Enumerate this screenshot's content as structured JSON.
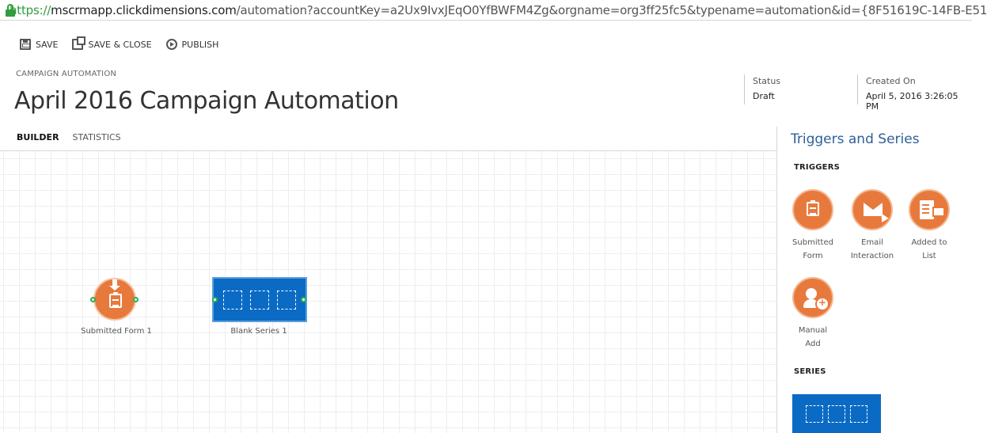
{
  "address_bar": {
    "scheme": "https://",
    "host": "mscrmapp.clickdimensions.com",
    "path": "/automation?accountKey=a2Ux9IvxJEqO0YfBWFM4Zg&orgname=org3ff25fc5&typename=automation&id={8F51619C-14FB-E51"
  },
  "toolbar": {
    "save_label": "SAVE",
    "save_close_label": "SAVE & CLOSE",
    "publish_label": "PUBLISH"
  },
  "header": {
    "breadcrumb": "CAMPAIGN AUTOMATION",
    "title": "April 2016 Campaign Automation",
    "status_label": "Status",
    "status_value": "Draft",
    "created_label": "Created On",
    "created_value": "April 5, 2016 3:26:05 PM"
  },
  "tabs": [
    {
      "label": "BUILDER",
      "active": true
    },
    {
      "label": "STATISTICS",
      "active": false
    }
  ],
  "canvas": {
    "nodes": [
      {
        "type": "trigger",
        "label": "Submitted Form 1",
        "icon": "clipboard-icon"
      },
      {
        "type": "series",
        "label": "Blank Series 1",
        "icon": "series-slots-icon"
      }
    ]
  },
  "panel": {
    "title": "Triggers and Series",
    "triggers_heading": "TRIGGERS",
    "series_heading": "SERIES",
    "triggers": [
      {
        "line1": "Submitted",
        "line2": "Form",
        "icon": "clipboard-icon"
      },
      {
        "line1": "Email",
        "line2": "Interaction",
        "icon": "envelope-icon"
      },
      {
        "line1": "Added to",
        "line2": "List",
        "icon": "list-icon"
      },
      {
        "line1": "Manual",
        "line2": "Add",
        "icon": "user-add-icon"
      }
    ]
  },
  "colors": {
    "accent_orange": "#e8793d",
    "series_blue": "#0b6bc4",
    "port_green": "#2eae4a",
    "panel_title_blue": "#2e5f99",
    "secure_green": "#2e9e3e"
  }
}
